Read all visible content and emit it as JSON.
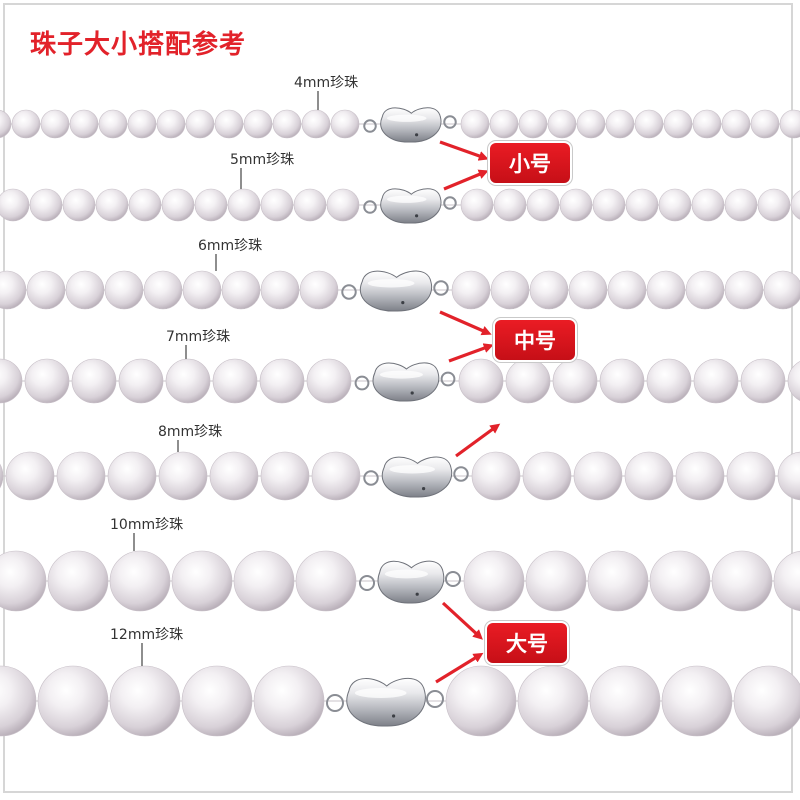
{
  "title": "珠子大小搭配参考",
  "rows": [
    {
      "label": "4mm珍珠",
      "diameter_mm": 4
    },
    {
      "label": "5mm珍珠",
      "diameter_mm": 5
    },
    {
      "label": "6mm珍珠",
      "diameter_mm": 6
    },
    {
      "label": "7mm珍珠",
      "diameter_mm": 7
    },
    {
      "label": "8mm珍珠",
      "diameter_mm": 8
    },
    {
      "label": "10mm珍珠",
      "diameter_mm": 10
    },
    {
      "label": "12mm珍珠",
      "diameter_mm": 12
    }
  ],
  "badges": {
    "small": "小号",
    "medium": "中号",
    "large": "大号"
  },
  "colors": {
    "title": "#e2222a",
    "badge_bg": "#d8121b",
    "badge_text": "#ffffff",
    "arrow": "#e2222a",
    "label_text": "#333333",
    "frame": "#d6d6d6"
  },
  "icons": {
    "clasp": "bean-shaped-silver-clasp",
    "pearl": "white-pearl"
  }
}
